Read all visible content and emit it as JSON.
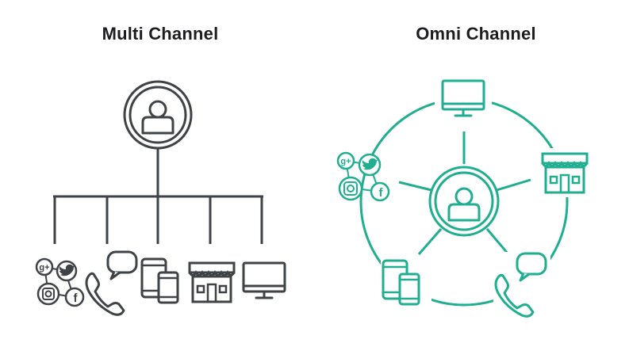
{
  "multi": {
    "title": "Multi Channel"
  },
  "omni": {
    "title": "Omni Channel"
  },
  "social": {
    "gplus": "g+",
    "facebook": "f"
  },
  "colors": {
    "multi": "#3f4246",
    "omni": "#1fae90"
  },
  "icons": [
    "user-icon",
    "social-cluster-icon",
    "phone-chat-icon",
    "devices-icon",
    "store-icon",
    "monitor-icon"
  ]
}
